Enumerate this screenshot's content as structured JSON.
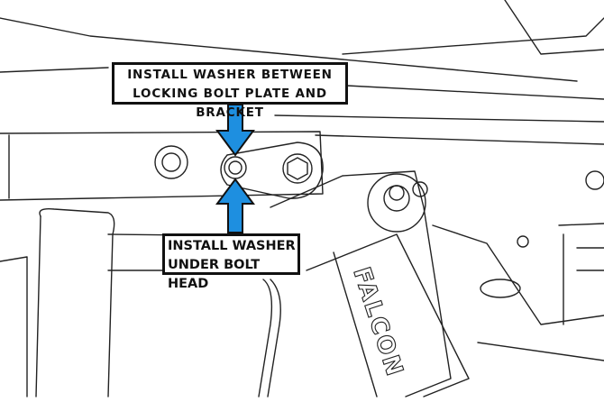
{
  "callouts": {
    "top": {
      "line1": "INSTALL WASHER BETWEEN",
      "line2": "LOCKING BOLT PLATE AND BRACKET"
    },
    "bottom": {
      "line1": "INSTALL WASHER",
      "line2": "UNDER BOLT HEAD"
    }
  },
  "shock_logo": "FALCON",
  "colors": {
    "arrow": "#1E8FE0",
    "outline": "#111111",
    "background": "#FFFFFF"
  }
}
